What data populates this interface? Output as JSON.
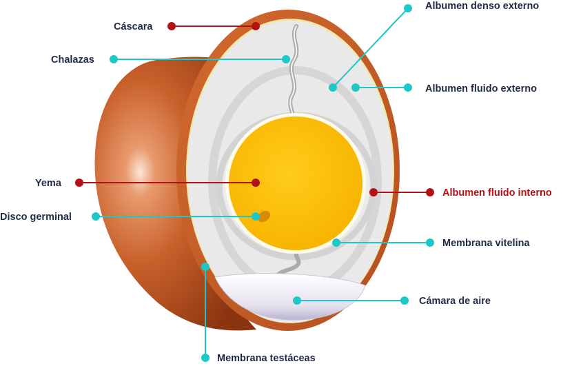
{
  "colors": {
    "label_text": "#1f2a44",
    "highlight_text": "#b21116",
    "leader_teal": "#1ec8c8",
    "leader_red": "#b21116",
    "shell": "#c8602a",
    "yolk": "#ffc20e",
    "albumen": "#eaeaea"
  },
  "labels": {
    "cascara": "Cáscara",
    "chalazas": "Chalazas",
    "yema": "Yema",
    "disco_germinal": "Disco germinal",
    "albumen_denso_externo": "Albumen denso externo",
    "albumen_fluido_externo": "Albumen fluido externo",
    "albumen_fluido_interno": "Albumen fluido interno",
    "membrana_vitelina": "Membrana vitelina",
    "camara_de_aire": "Cámara de aire",
    "membrana_testaceas": "Membrana testáceas"
  }
}
